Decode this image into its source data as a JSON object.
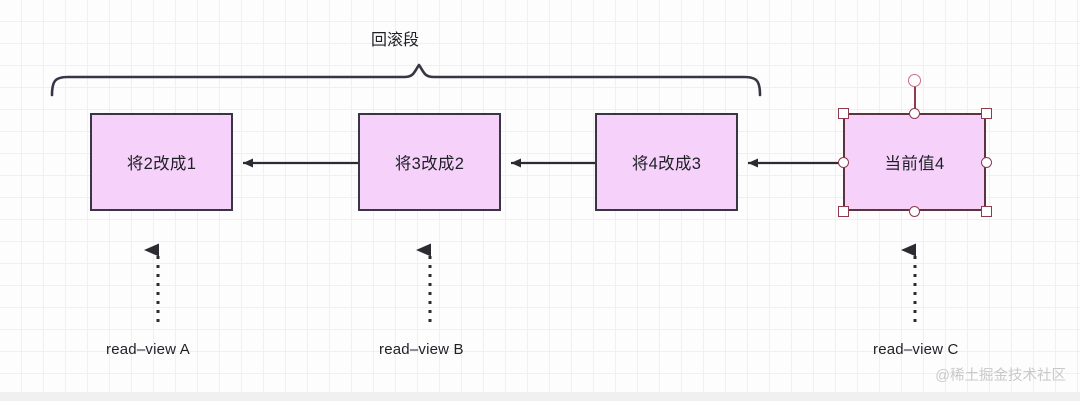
{
  "diagram": {
    "brace_label": "回滚段",
    "nodes": [
      {
        "id": "node-1",
        "label": "将2改成1",
        "selected": false
      },
      {
        "id": "node-2",
        "label": "将3改成2",
        "selected": false
      },
      {
        "id": "node-3",
        "label": "将4改成3",
        "selected": false
      },
      {
        "id": "node-4",
        "label": "当前值4",
        "selected": true
      }
    ],
    "captions": [
      {
        "id": "caption-a",
        "label": "read–view A"
      },
      {
        "id": "caption-b",
        "label": "read–view B"
      },
      {
        "id": "caption-c",
        "label": "read–view C"
      }
    ],
    "watermark": "@稀土掘金技术社区",
    "colors": {
      "node_fill": "#f6d2fb",
      "node_stroke": "#3a3544",
      "selected_stroke": "#5c3440",
      "handle_stroke": "#8e3b4e",
      "arrow": "#2b2b31",
      "grid": "#ececec",
      "canvas": "#fdfdfd",
      "watermark": "#c9c9c9"
    }
  }
}
